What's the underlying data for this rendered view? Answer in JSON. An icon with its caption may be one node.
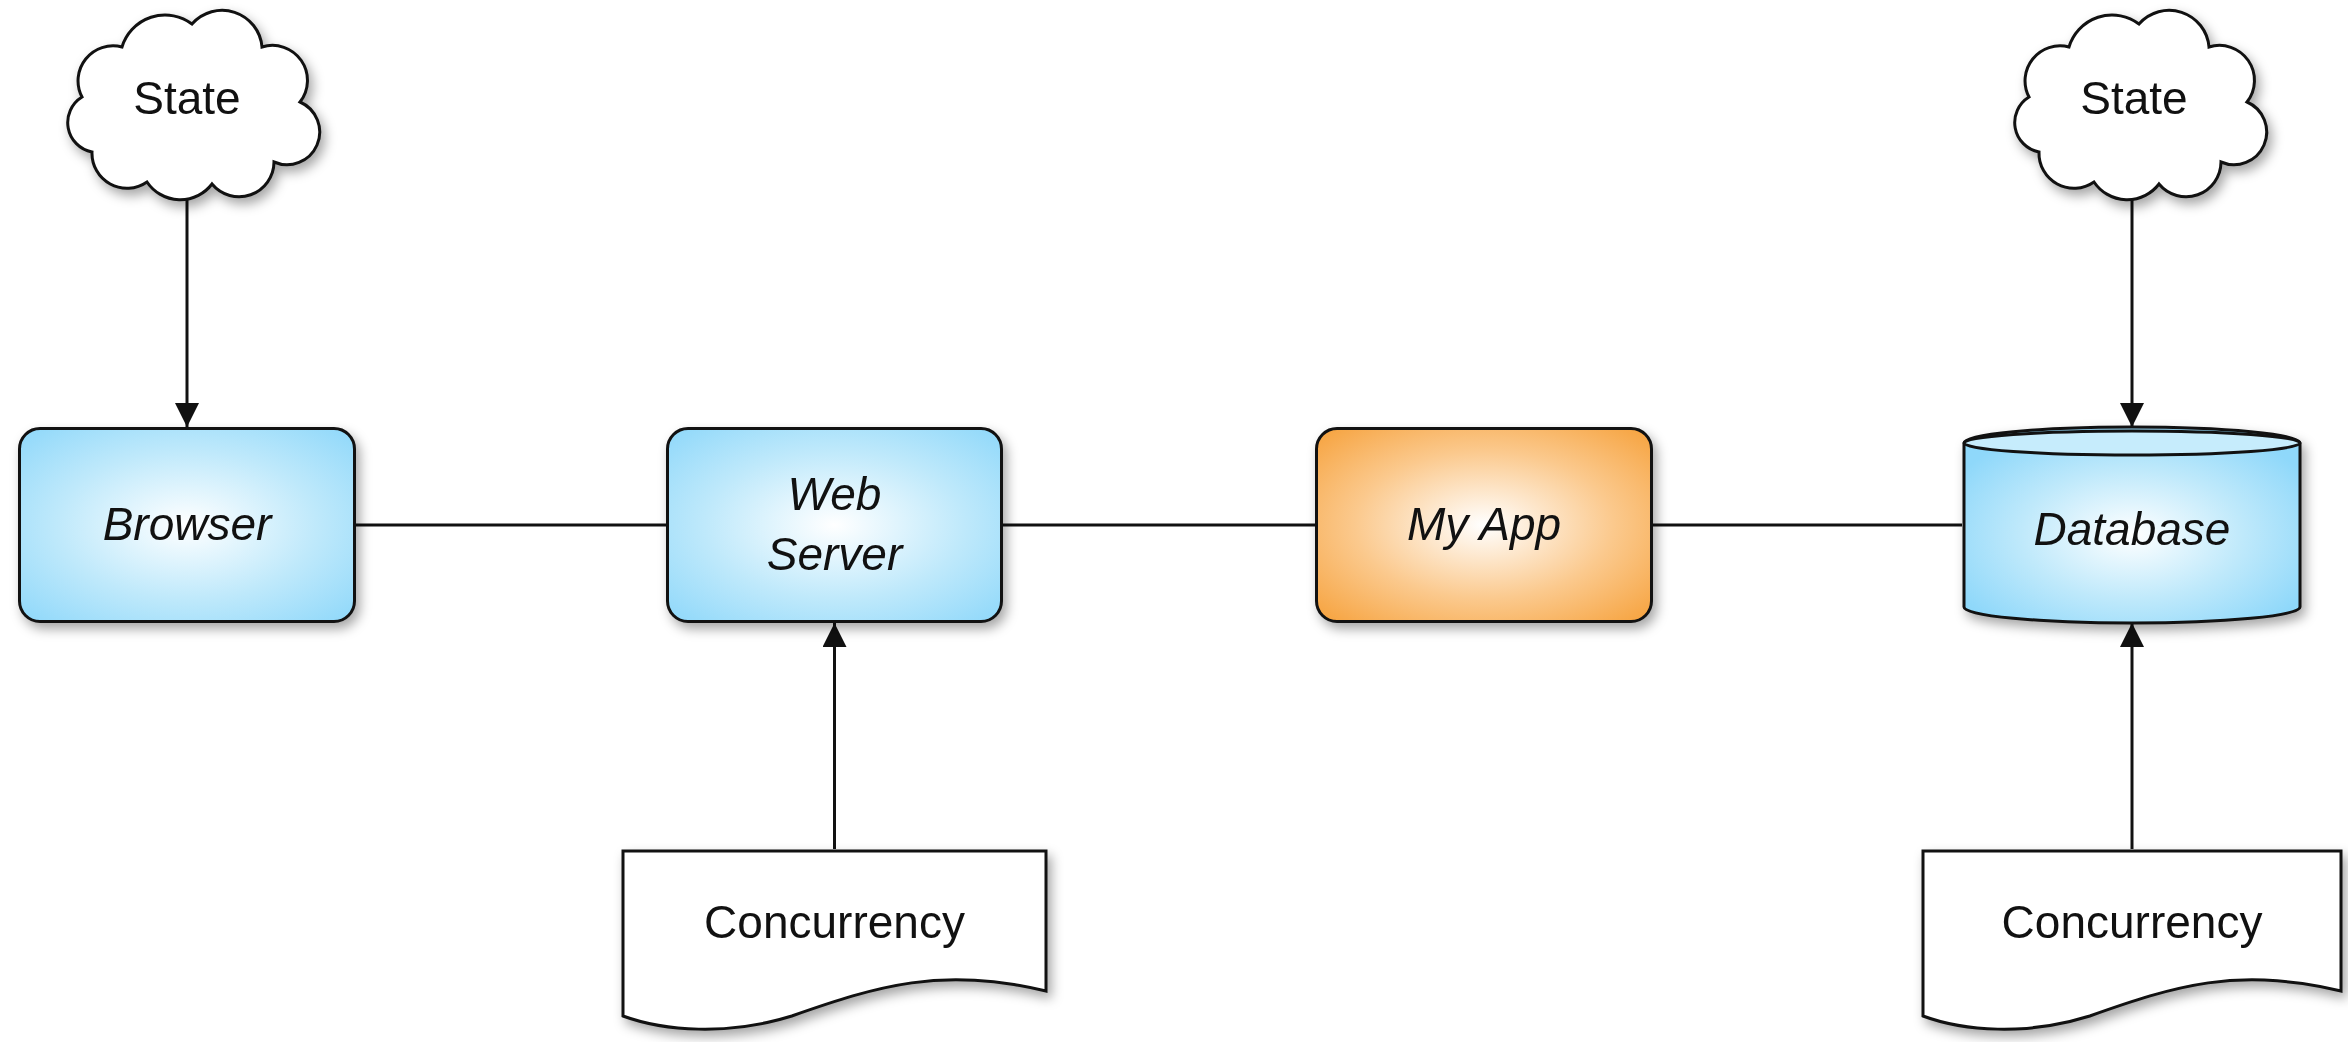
{
  "diagram": {
    "nodes": [
      {
        "text": [
          "State"
        ]
      },
      {
        "text": [
          "State"
        ]
      },
      {
        "text": [
          "Browser"
        ]
      },
      {
        "text": [
          "Web Server"
        ]
      },
      {
        "text": [
          "My App"
        ]
      },
      {
        "text": [
          "Database"
        ]
      },
      {
        "text": [
          "Concurrency"
        ]
      },
      {
        "text": [
          "Concurrency"
        ]
      }
    ],
    "edges": [
      {
        "from": 0,
        "to": 2,
        "arrow": "to"
      },
      {
        "from": 1,
        "to": 5,
        "arrow": "to"
      },
      {
        "from": 2,
        "to": 3,
        "arrow": "none"
      },
      {
        "from": 3,
        "to": 4,
        "arrow": "none"
      },
      {
        "from": 4,
        "to": 5,
        "arrow": "none"
      },
      {
        "from": 6,
        "to": 3,
        "arrow": "to"
      },
      {
        "from": 7,
        "to": 5,
        "arrow": "to"
      }
    ]
  }
}
